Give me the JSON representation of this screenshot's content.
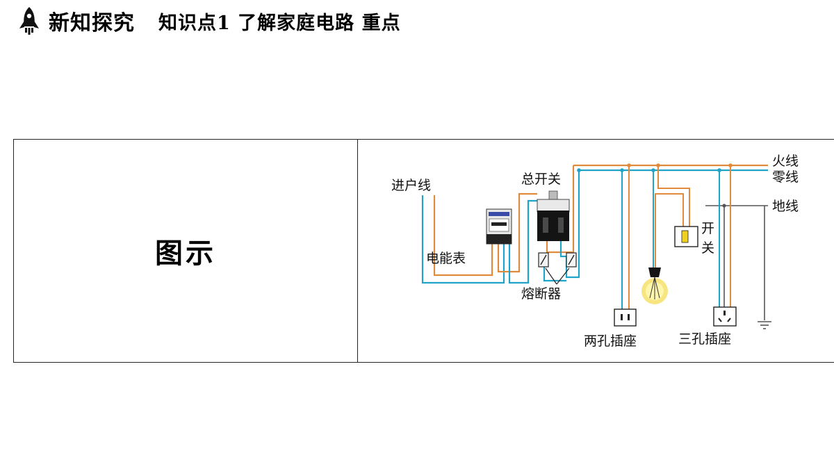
{
  "header": {
    "title": "新知探究",
    "topic": "知识点1  了解家庭电路  重点"
  },
  "table": {
    "left_label": "图示"
  },
  "diagram": {
    "labels": {
      "incoming_line": "进户线",
      "main_switch": "总开关",
      "live_wire": "火线",
      "neutral_wire": "零线",
      "ground_wire": "地线",
      "meter": "电能表",
      "fuse": "熔断器",
      "switch_top": "开",
      "switch_bottom": "关",
      "two_hole_socket": "两孔插座",
      "three_hole_socket": "三孔插座"
    },
    "colors": {
      "live": "#e08a3c",
      "neutral": "#1fa3c8",
      "ground": "#555555"
    }
  }
}
